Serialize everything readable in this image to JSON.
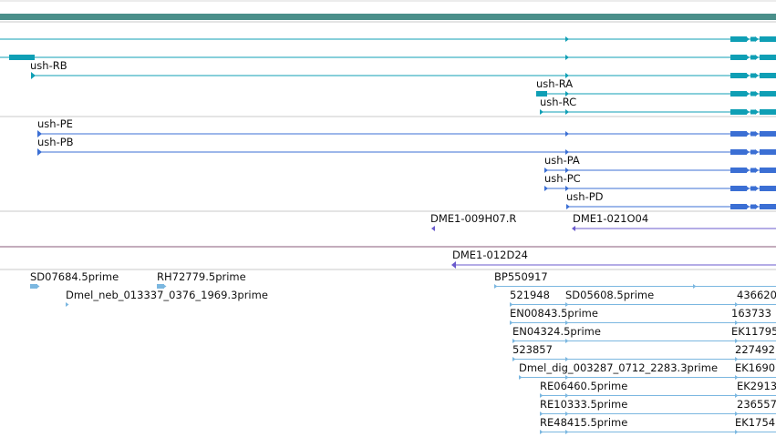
{
  "colors": {
    "scaffold": "#4a8f8a",
    "gene": "#0f9fb5",
    "protein": "#3b6fd4",
    "clone": "#6a5acd",
    "est": "#7bb7e0",
    "separator": "#c8c8c8",
    "clone_separator": "#8a5a7a"
  },
  "tracks": {
    "transcripts": {
      "labels": [
        "ush-RB",
        "ush-RA",
        "ush-RC"
      ]
    },
    "proteins": {
      "labels": [
        "ush-PE",
        "ush-PB",
        "ush-PA",
        "ush-PC",
        "ush-PD"
      ]
    },
    "clones_a": {
      "labels": [
        "DME1-009H07.R",
        "DME1-021O04"
      ]
    },
    "clones_b": {
      "labels": [
        "DME1-012D24"
      ]
    },
    "ests": {
      "labels": [
        "SD07684.5prime",
        "RH72779.5prime",
        "Dmel_neb_013337_0376_1969.3prime",
        "BP550917",
        "521948",
        "SD05608.5prime",
        "436620",
        "EN00843.5prime",
        "163733",
        "EN04324.5prime",
        "EK11795",
        "523857",
        "227492",
        "Dmel_dig_003287_0712_2283.3prime",
        "EK1690",
        "RE06460.5prime",
        "EK2913",
        "RE10333.5prime",
        "236557",
        "RE48415.5prime",
        "EK1754"
      ]
    }
  }
}
